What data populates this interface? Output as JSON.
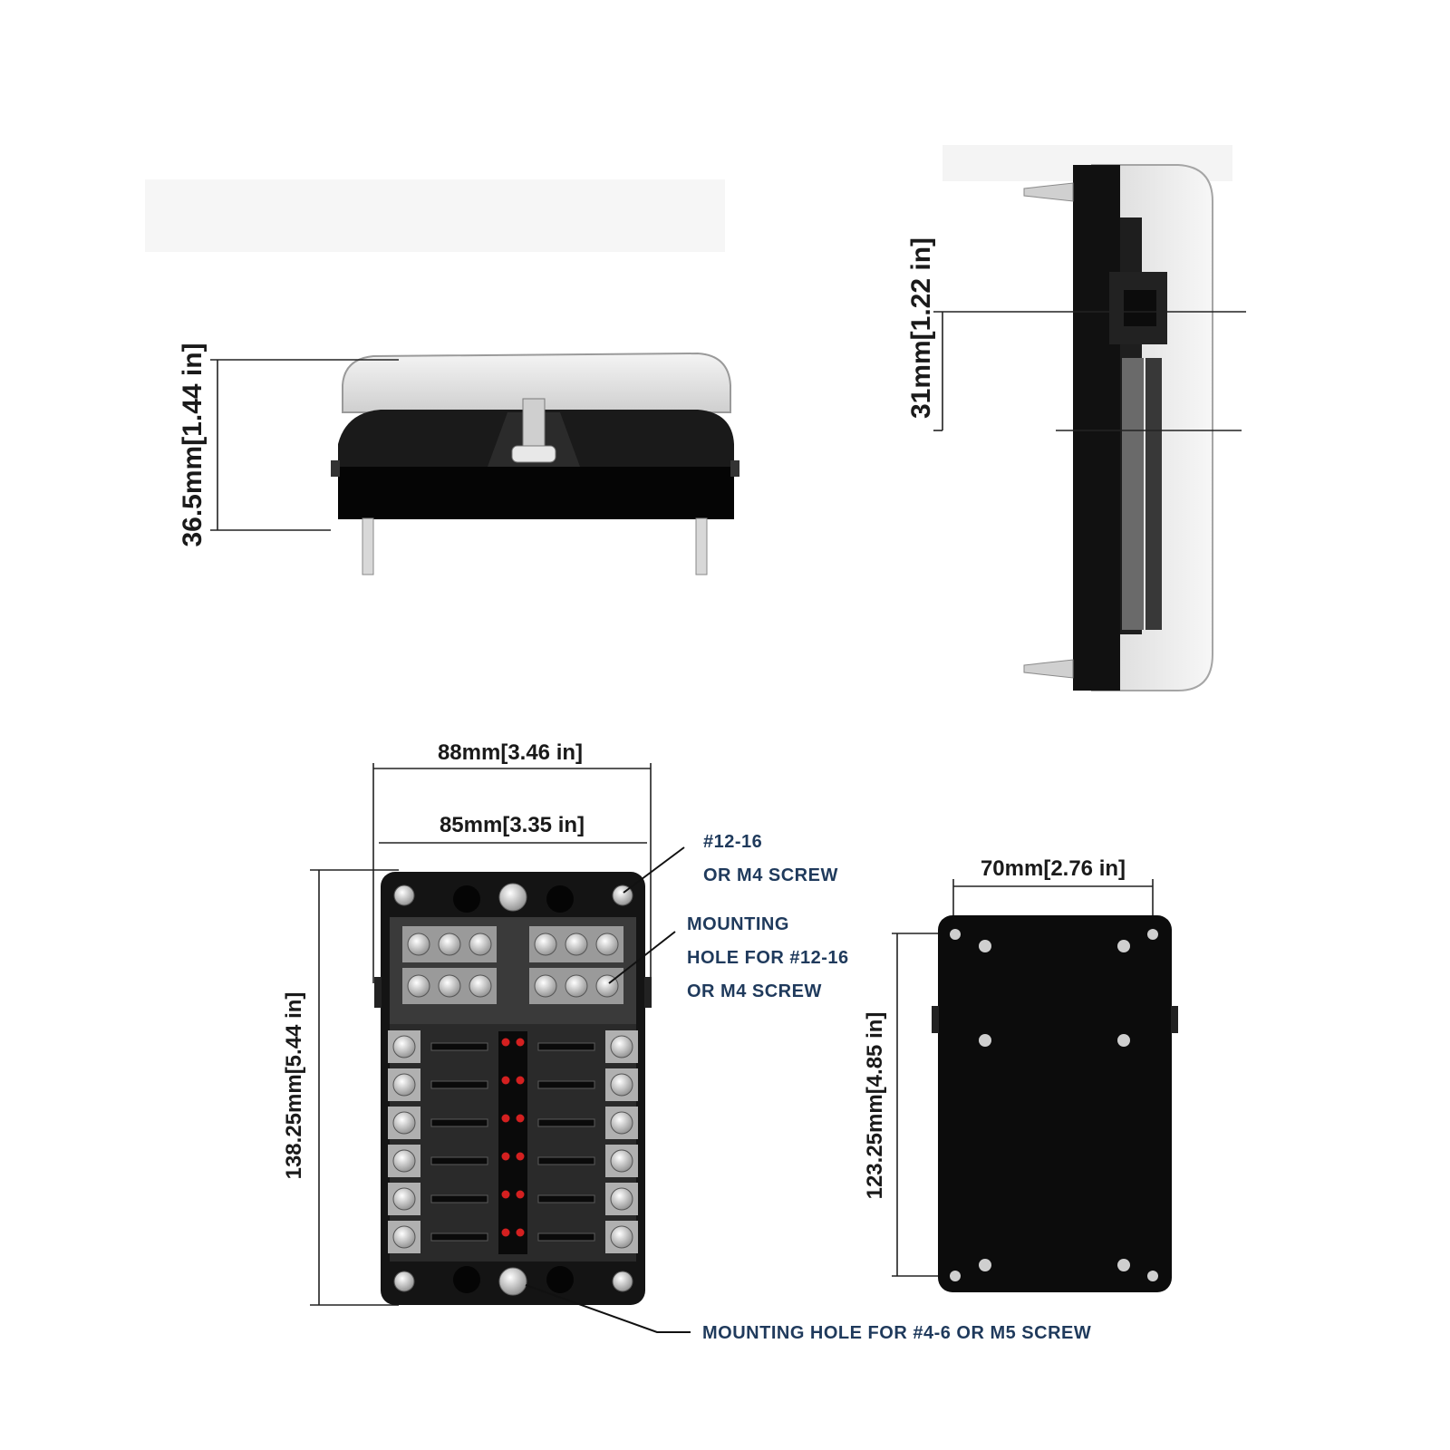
{
  "dimensions": {
    "height_front": "36.5mm[1.44 in]",
    "side_depth": "31mm[1.22 in]",
    "outer_width": "88mm[3.46 in]",
    "inner_width": "85mm[3.35 in]",
    "total_height": "138.25mm[5.44 in]",
    "back_width": "70mm[2.76 in]",
    "back_height": "123.25mm[4.85 in]"
  },
  "callouts": {
    "screw_line1": "#12-16",
    "screw_line2": "OR M4 SCREW",
    "mount_line1": "MOUNTING",
    "mount_line2": "HOLE FOR #12-16",
    "mount_line3": "OR M4 SCREW",
    "bottom_mount": "MOUNTING HOLE FOR #4-6 OR M5 SCREW"
  },
  "colors": {
    "housing": "#141414",
    "fuse_led": "#d42020",
    "callout_text": "#1f3a5c"
  }
}
